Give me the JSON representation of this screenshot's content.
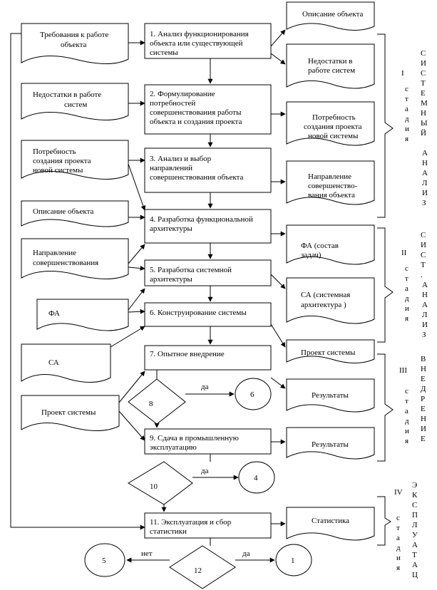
{
  "process": {
    "p1": [
      "1. Анализ функционирования",
      "объекта или существующей",
      "системы"
    ],
    "p2": [
      "2. Формулирование",
      "потребностей",
      "совершенствования работы",
      "объекта и создания проекта"
    ],
    "p3": [
      "3. Анализ и выбор",
      "направлений",
      "совершенствования объекта"
    ],
    "p4": [
      "4. Разработка функциональной",
      "архитектуры"
    ],
    "p5": [
      "5. Разработка системной",
      "архитектуры"
    ],
    "p6": [
      "6. Конструирование системы"
    ],
    "p7": [
      "7. Опытное внедрение"
    ],
    "p9": [
      "9. Сдача в промышленную",
      "эксплуатацию"
    ],
    "p11": [
      "11. Эксплуатация и сбор",
      "статистики"
    ]
  },
  "inputs": {
    "req": [
      "Требования к работе",
      "объекта"
    ],
    "defects": [
      "Недостатки в работе",
      "систем"
    ],
    "need": [
      "Потребность",
      "создания проекта",
      "новой системы"
    ],
    "desc": [
      "Описание объекта"
    ],
    "direction": [
      "Направление",
      "совершенствования"
    ],
    "fa": [
      "ФА"
    ],
    "sa": [
      "СА"
    ],
    "project": [
      "Проект системы"
    ]
  },
  "outputs": {
    "desc": [
      "Описание объекта"
    ],
    "defects": [
      "Недостатки в",
      "работе систем"
    ],
    "need": [
      "Потребность",
      "создания проекта",
      "новой системы"
    ],
    "direction": [
      "Направление",
      "совершенство-",
      "вания объекта"
    ],
    "fa": [
      "ФА (состав",
      "задач)"
    ],
    "sa": [
      "СА (системная",
      "архитектура )"
    ],
    "project": [
      "Проект системы"
    ],
    "results1": [
      "Результаты"
    ],
    "results2": [
      "Результаты"
    ],
    "stats": [
      "Статистика"
    ]
  },
  "decisions": {
    "d8": "8",
    "d10": "10",
    "d12": "12"
  },
  "connectors": {
    "c6": "6",
    "c4": "4",
    "c5": "5",
    "c1": "1"
  },
  "arrow_labels": {
    "yes8": "да",
    "yes10": "да",
    "yes12": "да",
    "no12": "нет"
  },
  "stages": {
    "s1": {
      "num": "I",
      "word": "стадия",
      "name_cols": [
        "СИСТЕМНЫЙ",
        "АНАЛИЗ"
      ]
    },
    "s2": {
      "num": "II",
      "word": "стадия",
      "name_cols": [
        "СИСТ.",
        "АНАЛИЗ"
      ]
    },
    "s3": {
      "num": "III",
      "word": "стадия",
      "name_cols": [
        "ВНЕДРЕНИЕ"
      ]
    },
    "s4": {
      "num": "IV",
      "word": "стадия",
      "name_cols": [
        "ЭКСПЛУАТАЦ"
      ]
    }
  }
}
